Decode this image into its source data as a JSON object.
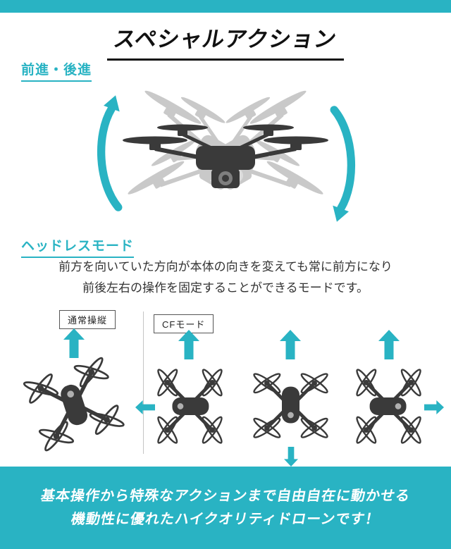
{
  "theme": {
    "accent_color": "#29b3c3",
    "drone_color": "#3a3a3a",
    "ghost_color": "#c9c9c9",
    "text_color": "#333333"
  },
  "header": {
    "title": "スペシャルアクション"
  },
  "sections": [
    {
      "id": "forward-backward",
      "label": "前進・後進"
    },
    {
      "id": "headless-mode",
      "label": "ヘッドレスモード",
      "description_line1": "前方を向いていた方向が本体の向きを変えても常に前方になり",
      "description_line2": "前後左右の操作を固定することができるモードです。",
      "modes": {
        "normal_label": "通常操縦",
        "cf_label": "CFモード"
      }
    }
  ],
  "footer": {
    "line1": "基本操作から特殊なアクションまで自由自在に動かせる",
    "line2": "機動性に優れたハイクオリティドローンです！"
  },
  "icons": {
    "curved-arrow-up-icon": "thick teal arc arrow pointing up, left of drone",
    "curved-arrow-down-icon": "thick teal arc arrow pointing down, right of drone",
    "arrow-up-icon": "solid teal up arrow (forward direction)",
    "arrow-left-icon": "solid teal left arrow (drone heading)",
    "arrow-down-icon": "solid teal down arrow (drone heading)",
    "arrow-right-icon": "solid teal right arrow (drone heading)",
    "drone-front-icon": "quadcopter front view with tilted ghost copies",
    "drone-top-icon": "quadcopter top view with four propellers"
  }
}
